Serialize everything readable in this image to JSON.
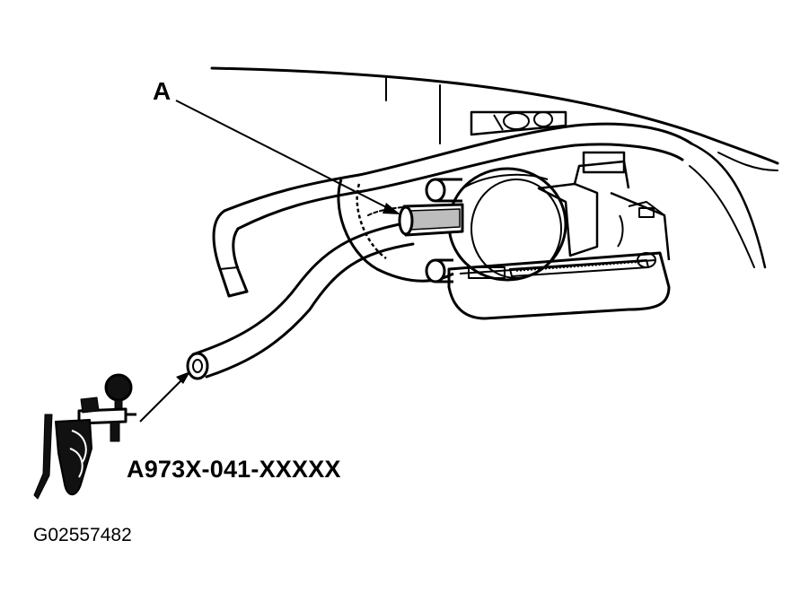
{
  "callout": {
    "label": "A"
  },
  "tool": {
    "part_number": "A973X-041-XXXXX",
    "icon": "vacuum-pump-icon"
  },
  "figure": {
    "id": "G02557482"
  },
  "colors": {
    "ink": "#000000",
    "paper": "#ffffff"
  }
}
